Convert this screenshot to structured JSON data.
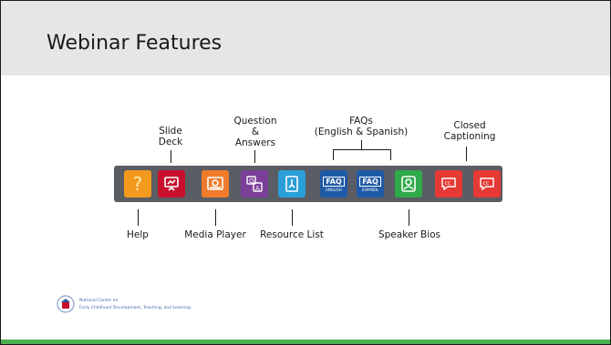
{
  "title": "Webinar Features",
  "top_labels": {
    "slide_deck": [
      "Slide",
      "Deck"
    ],
    "qa": [
      "Question",
      "&",
      "Answers"
    ],
    "faqs": [
      "FAQs",
      "(English & Spanish)"
    ],
    "closed_captioning": [
      "Closed",
      "Captioning"
    ]
  },
  "bottom_labels": {
    "help": "Help",
    "media_player": "Media Player",
    "resource_list": "Resource List",
    "speaker_bios": "Speaker Bios"
  },
  "icons": {
    "help": "?",
    "faq_english_top": "FAQ",
    "faq_english_bottom": "ENGLISH",
    "faq_spanish_top": "FAQ",
    "faq_spanish_bottom": "ESPAÑOL",
    "cc1": "cc",
    "cc2": "cc"
  },
  "logo": {
    "line1": "National Center on",
    "line2": "Early Childhood Development, Teaching, and Learning"
  },
  "colors": {
    "header": "#e6e6e6",
    "bottom_bar": "#4caf50",
    "dock": "#5a5d63",
    "help": "#f39a1e",
    "slide_deck": "#c8102e",
    "media_player": "#f07c2b",
    "qa": "#7b3f99",
    "resource_list": "#2a9fd8",
    "faq": "#1f5aa6",
    "speaker_bios": "#2eaa4a",
    "cc": "#e53935"
  }
}
